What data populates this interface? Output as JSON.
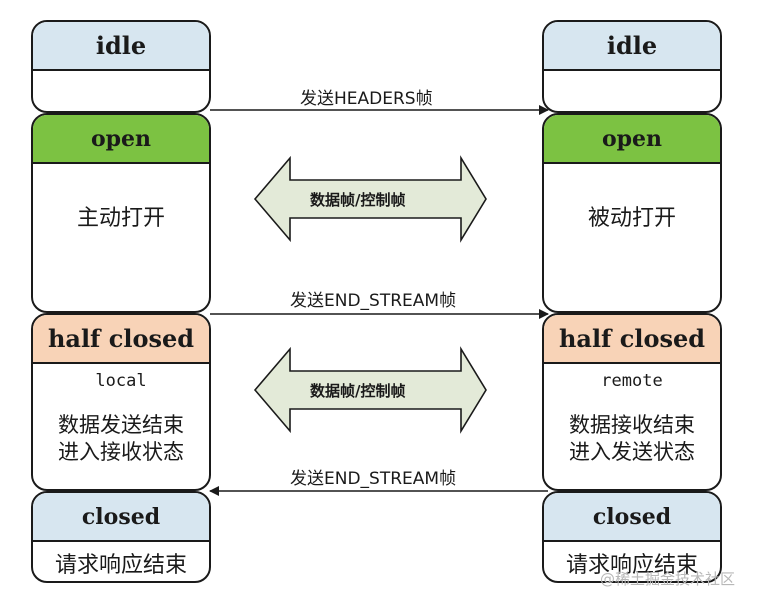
{
  "left": {
    "idle": "idle",
    "open": "open",
    "open_body": "主动打开",
    "half_closed": "half closed",
    "half_sub": "local",
    "half_line1": "数据发送结束",
    "half_line2": "进入接收状态",
    "closed": "closed",
    "closed_body": "请求响应结束"
  },
  "right": {
    "idle": "idle",
    "open": "open",
    "open_body": "被动打开",
    "half_closed": "half closed",
    "half_sub": "remote",
    "half_line1": "数据接收结束",
    "half_line2": "进入发送状态",
    "closed": "closed",
    "closed_body": "请求响应结束"
  },
  "messages": {
    "headers": "发送HEADERS帧",
    "end_stream_1": "发送END_STREAM帧",
    "end_stream_2": "发送END_STREAM帧"
  },
  "data_frames": {
    "label_1": "数据帧/控制帧",
    "label_2": "数据帧/控制帧"
  },
  "watermark": "@稀土掘金技术社区",
  "colors": {
    "idle_header": "#d7e6f0",
    "open_header": "#7cc242",
    "half_closed_header": "#f8d3b7",
    "closed_header": "#d7e6f0",
    "double_arrow_fill": "#e3ead8"
  }
}
